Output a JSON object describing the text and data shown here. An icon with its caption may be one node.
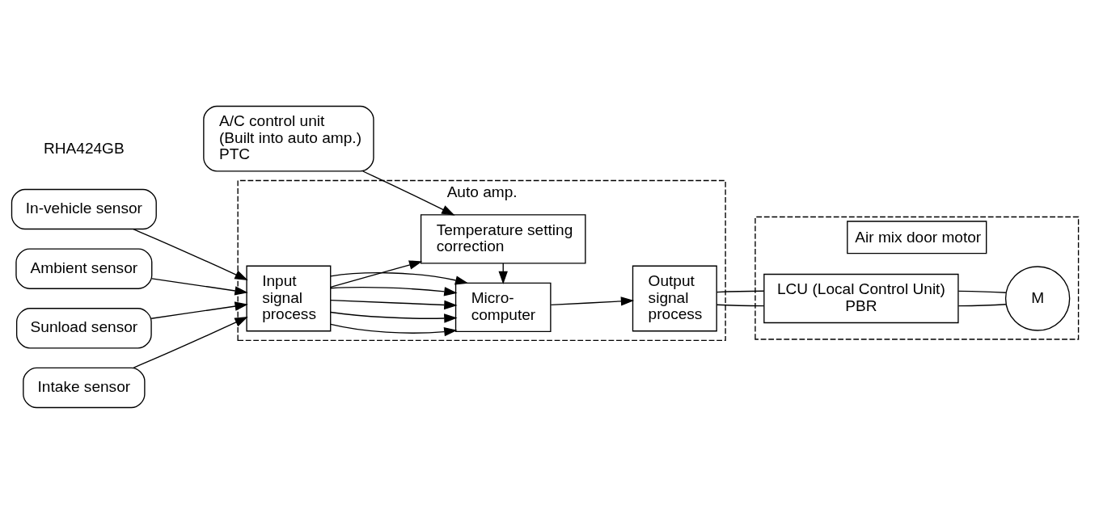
{
  "diagram": {
    "nodes": [
      {
        "text": [
          "Auto amp."
        ]
      },
      {
        "text": [
          "Input signal process"
        ],
        "in": 0
      },
      {
        "text": [
          "Micro- computer"
        ],
        "in": 0
      },
      {
        "text": [
          "Output signal process"
        ],
        "in": 0
      },
      {
        "text": [
          "Temperature setting correction"
        ],
        "in": 0
      },
      {
        "text": [
          "In-vehicle sensor"
        ]
      },
      {
        "text": [
          "Ambient sensor"
        ]
      },
      {
        "text": [
          "Sunload sensor"
        ]
      },
      {
        "text": [
          "Intake sensor"
        ]
      },
      {
        "text": [
          "A/C control unit (Built into auto amp.) PTC"
        ]
      },
      {
        "text": [
          "Air mix door motor"
        ]
      },
      {
        "text": [
          "LCU (Local Control Unit) PBR"
        ],
        "in": 10
      },
      {
        "text": [
          "M"
        ],
        "in": 10
      }
    ],
    "edges": [
      {
        "from": 5,
        "to": 1,
        "arrow": "to"
      },
      {
        "from": 6,
        "to": 1,
        "arrow": "to"
      },
      {
        "from": 7,
        "to": 1,
        "arrow": "to"
      },
      {
        "from": 8,
        "to": 1,
        "arrow": "to"
      },
      {
        "from": 1,
        "to": 2,
        "arrow": "to"
      },
      {
        "from": 1,
        "to": 2,
        "arrow": "to"
      },
      {
        "from": 1,
        "to": 2,
        "arrow": "to"
      },
      {
        "from": 1,
        "to": 4,
        "arrow": "to"
      },
      {
        "from": 1,
        "to": 2,
        "arrow": "to"
      },
      {
        "from": 1,
        "to": 2,
        "arrow": "to"
      },
      {
        "from": 9,
        "to": 4,
        "arrow": "to"
      },
      {
        "from": 4,
        "to": 2,
        "arrow": "to"
      },
      {
        "from": 2,
        "to": 3,
        "arrow": "to"
      },
      {
        "from": 3,
        "to": 11,
        "arrow": "none"
      },
      {
        "from": 3,
        "to": 11,
        "arrow": "none"
      },
      {
        "from": 11,
        "to": 12,
        "arrow": "none"
      },
      {
        "from": 11,
        "to": 12,
        "arrow": "none"
      }
    ],
    "labels": [
      "RHA424GB"
    ]
  }
}
